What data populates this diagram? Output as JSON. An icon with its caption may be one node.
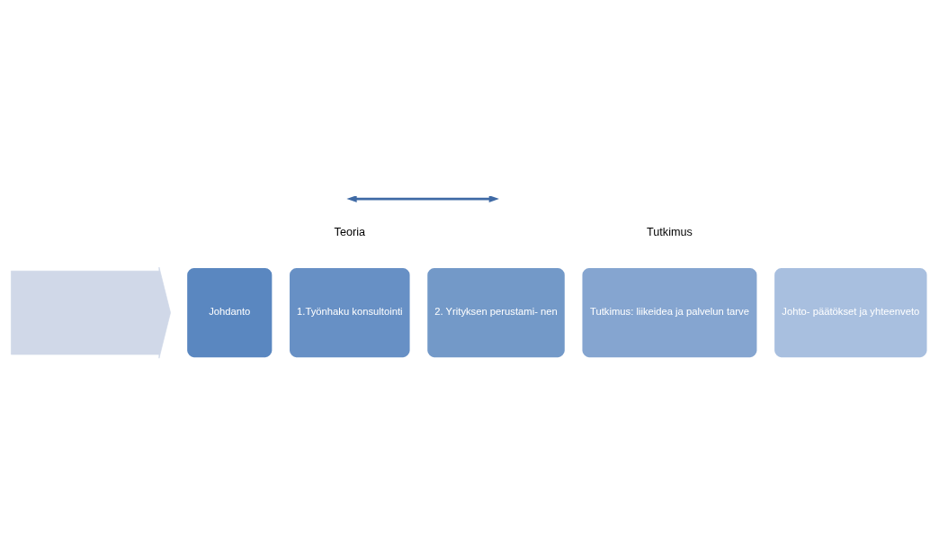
{
  "diagram": {
    "nodes": [
      {
        "text": [],
        "shape": "arrow"
      },
      {
        "text": [
          "Johdanto"
        ]
      },
      {
        "text": [
          "1.Työnhaku konsultointi"
        ]
      },
      {
        "text": [
          "2. Yrityksen perustami- nen"
        ]
      },
      {
        "text": [
          "Tutkimus: liikeidea ja palvelun tarve"
        ]
      },
      {
        "text": [
          "Johto- päätökset ja yhteenveto"
        ]
      }
    ],
    "labels": [
      "Teoria",
      "Tutkimus"
    ]
  }
}
